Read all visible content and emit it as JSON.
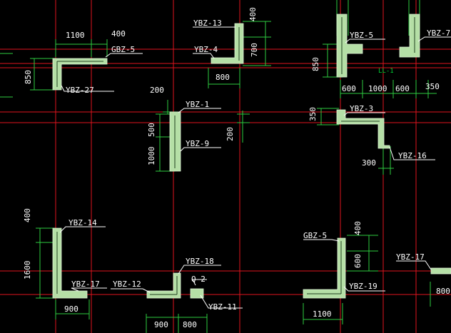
{
  "colors": {
    "background": "#000000",
    "axis_red": "#e0141e",
    "dim_green": "#2ecc40",
    "wall_fill": "#b5dfa6",
    "wall_core": "#1f3f1f",
    "text_white": "#ffffff",
    "leader_white": "#ffffff"
  },
  "labels": {
    "ybz27": "YBZ-27",
    "gbz5a": "GBZ-5",
    "ybz13": "YBZ-13",
    "ybz4": "YBZ-4",
    "ybz5": "YBZ-5",
    "ybz7": "YBZ-7",
    "ybz1": "YBZ-1",
    "ybz9": "YBZ-9",
    "ybz3": "YBZ-3",
    "ybz16": "YBZ-16",
    "ybz14": "YBZ-14",
    "ybz17a": "YBZ-17",
    "ybz12": "YBZ-12",
    "ybz18": "YBZ-18",
    "q2": "Q-2",
    "ybz11": "YBZ-11",
    "gbz5b": "GBZ-5",
    "ybz19": "YBZ-19",
    "ybz17b": "YBZ-17",
    "ll1": "LL-1"
  },
  "dimensions": {
    "d1100a": "1100",
    "d400a": "400",
    "d850a": "850",
    "d400b": "400",
    "d700": "700",
    "d800a": "800",
    "d200a": "200",
    "d850b": "850",
    "d600a": "600",
    "d1000a": "1000",
    "d600b": "600",
    "d350a": "350",
    "d500": "500",
    "d1000b": "1000",
    "d200b": "200",
    "d350b": "350",
    "d300": "300",
    "d400c": "400",
    "d1600": "1600",
    "d900a": "900",
    "d400d": "400",
    "d600c": "600",
    "d1100b": "1100",
    "d900b": "900",
    "d800b": "800",
    "d800c": "800"
  }
}
